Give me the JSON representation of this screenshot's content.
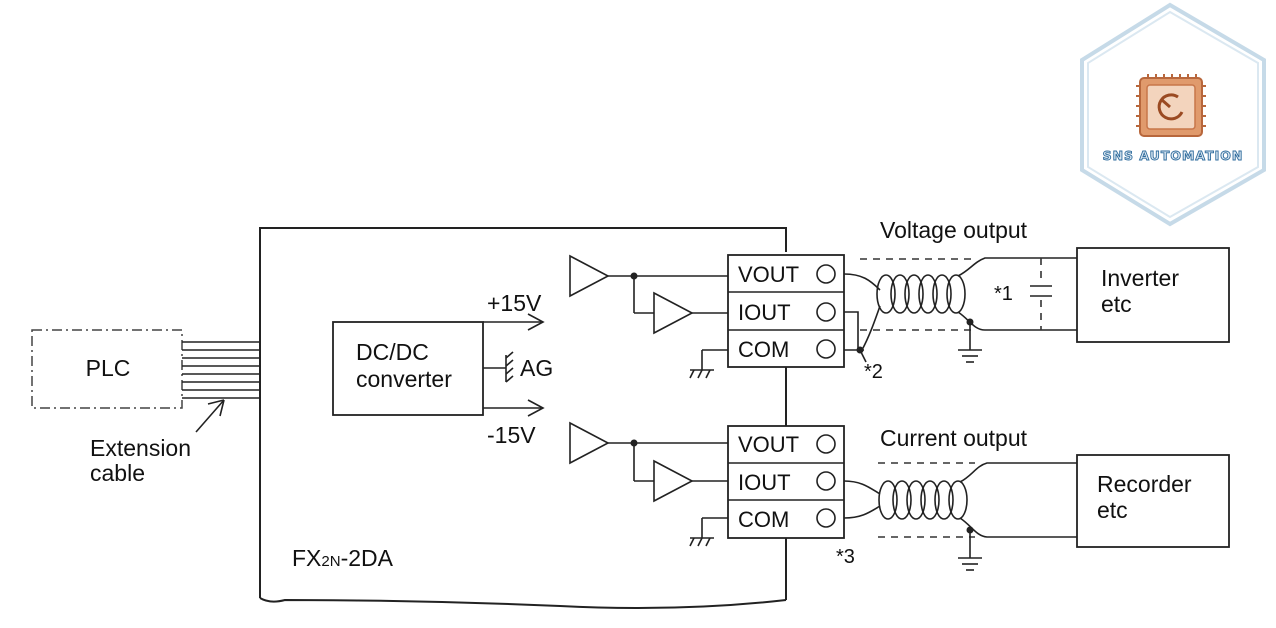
{
  "logo": {
    "text": "SNS AUTOMATION",
    "colors": {
      "hex_border": "#bcd3e3",
      "chip": "#c8764a",
      "text_fill": "#dde9f3",
      "text_stroke": "#2e6b9c"
    }
  },
  "plc": {
    "label": "PLC"
  },
  "extension_cable": {
    "line1": "Extension",
    "line2": "cable"
  },
  "module": {
    "name_prefix": "FX",
    "name_sub": "2N",
    "name_suffix": "-2DA"
  },
  "converter": {
    "line1": "DC/DC",
    "line2": "converter",
    "pos_rail": "+15V",
    "neg_rail": "-15V",
    "ground": "AG"
  },
  "channel1": {
    "terminals": [
      "VOUT",
      "IOUT",
      "COM"
    ],
    "output_label": "Voltage output",
    "device_line1": "Inverter",
    "device_line2": "etc",
    "note_cap": "*1",
    "note_jumper": "*2"
  },
  "channel2": {
    "terminals": [
      "VOUT",
      "IOUT",
      "COM"
    ],
    "output_label": "Current output",
    "device_line1": "Recorder",
    "device_line2": "etc",
    "note": "*3"
  }
}
